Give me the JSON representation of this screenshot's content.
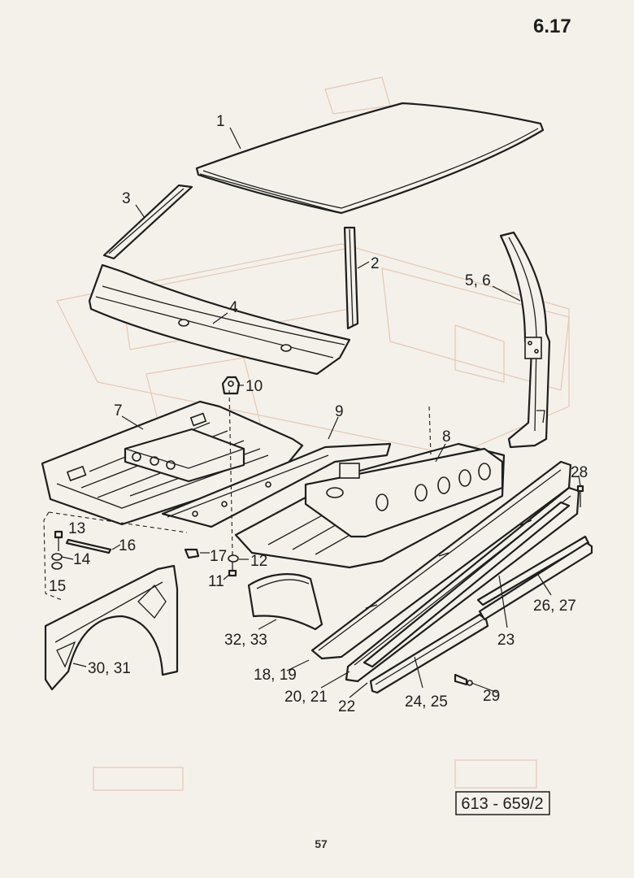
{
  "section_number": "6.17",
  "page_number": "57",
  "drawing_reference": "613 - 659/2",
  "labels": [
    "1",
    "2",
    "3",
    "4",
    "5, 6",
    "7",
    "8",
    "9",
    "10",
    "11",
    "12",
    "13",
    "14",
    "15",
    "16",
    "17",
    "18, 19",
    "20, 21",
    "22",
    "23",
    "24, 25",
    "26, 27",
    "28",
    "29",
    "30, 31",
    "32, 33"
  ],
  "colors": {
    "ink": "#1e1e1e",
    "paper": "#f4f1ea",
    "show_through": "#e3c9b7"
  }
}
